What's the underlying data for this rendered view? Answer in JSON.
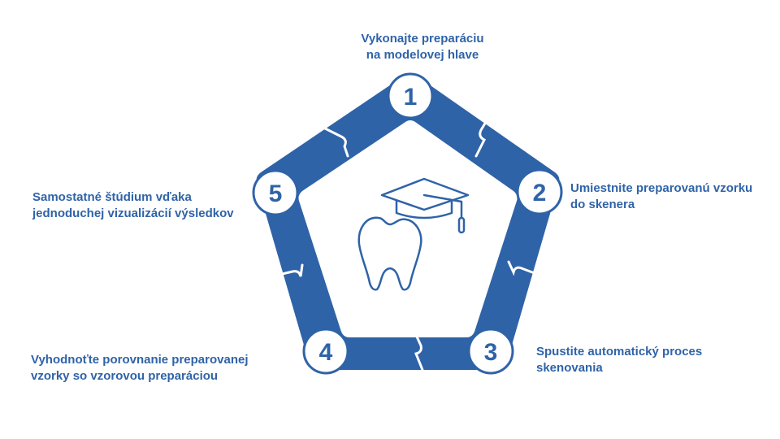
{
  "colors": {
    "accent": "#2f63a8",
    "background": "#ffffff"
  },
  "center_icon": "tooth-with-graduation-cap-icon",
  "steps": [
    {
      "number": "1",
      "lines": [
        "Vykonajte preparáciu",
        "na modelovej hlave"
      ]
    },
    {
      "number": "2",
      "lines": [
        "Umiestnite preparovanú vzorku",
        "do skenera"
      ]
    },
    {
      "number": "3",
      "lines": [
        "Spustite automatický proces",
        "skenovania"
      ]
    },
    {
      "number": "4",
      "lines": [
        "Vyhodnoťte porovnanie preparovanej",
        "vzorky so vzorovou preparáciou"
      ]
    },
    {
      "number": "5",
      "lines": [
        "Samostatné štúdium vďaka",
        "jednoduchej vizualizácií výsledkov"
      ]
    }
  ]
}
